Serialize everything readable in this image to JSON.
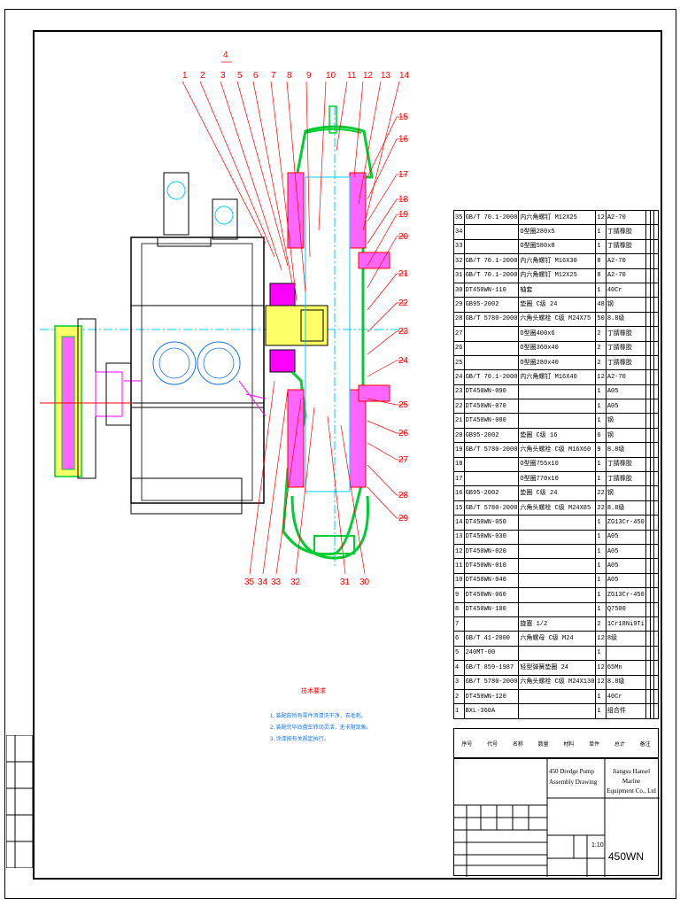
{
  "drawing": {
    "callouts_top": [
      "1",
      "2",
      "3",
      "4",
      "5",
      "6",
      "7",
      "8",
      "9",
      "10",
      "11",
      "12",
      "13",
      "14"
    ],
    "callouts_right": [
      "15",
      "16",
      "17",
      "18",
      "19",
      "20",
      "21",
      "22",
      "23",
      "24",
      "25",
      "26",
      "27",
      "28",
      "29"
    ],
    "callouts_bottom": [
      "35",
      "34",
      "33",
      "32",
      "31",
      "30"
    ],
    "colors": {
      "frame": "#000000",
      "leader": "#ff0000",
      "pump": "#00cc33",
      "center": "#00ccff",
      "flange": "#ff00ff",
      "shaft": "#ffff66"
    }
  },
  "notes": {
    "title": "技术要求",
    "lines": [
      "1. 装配前所有零件须清洗干净，去毛刺。",
      "2. 装配完毕后盘车转动灵活，无卡阻现象。",
      "3. 涂漆按有关规定执行。"
    ]
  },
  "bom": {
    "rows": [
      [
        "35",
        "GB/T 70.1-2000",
        "内六角螺钉 M12X25",
        "12",
        "A2-70"
      ],
      [
        "34",
        "",
        "O型圈280x5",
        "1",
        "丁腈橡胶"
      ],
      [
        "33",
        "",
        "O型圈580x8",
        "1",
        "丁腈橡胶"
      ],
      [
        "32",
        "GB/T 70.1-2000",
        "内六角螺钉 M16X30",
        "8",
        "A2-70"
      ],
      [
        "31",
        "GB/T 70.1-2000",
        "内六角螺钉 M12X25",
        "8",
        "A2-70"
      ],
      [
        "30",
        "DT450WN-110",
        "轴套",
        "1",
        "40Cr"
      ],
      [
        "29",
        "GB95-2002",
        "垫圈 C级 24",
        "48",
        "钢"
      ],
      [
        "28",
        "GB/T 5780-2000",
        "六角头螺栓 C级 M24X75",
        "50",
        "8.8级"
      ],
      [
        "27",
        "",
        "O型圈400x6",
        "2",
        "丁腈橡胶"
      ],
      [
        "26",
        "",
        "O型圈360x40",
        "2",
        "丁腈橡胶"
      ],
      [
        "25",
        "",
        "O型圈280x40",
        "2",
        "丁腈橡胶"
      ],
      [
        "24",
        "GB/T 70.1-2000",
        "内六角螺钉 M16X40",
        "12",
        "A2-70"
      ],
      [
        "23",
        "DT450WN-090",
        "",
        "1",
        "A05"
      ],
      [
        "22",
        "DT450WN-070",
        "",
        "1",
        "A05"
      ],
      [
        "21",
        "DT450WN-080",
        "",
        "1",
        "钢"
      ],
      [
        "20",
        "GB95-2002",
        "垫圈 C级 16",
        "6",
        "钢"
      ],
      [
        "19",
        "GB/T 5780-2000",
        "六角头螺栓 C级 M16X60",
        "9",
        "8.8级"
      ],
      [
        "18",
        "",
        "O型圈755x10",
        "1",
        "丁腈橡胶"
      ],
      [
        "17",
        "",
        "O型圈770x10",
        "1",
        "丁腈橡胶"
      ],
      [
        "16",
        "GB95-2002",
        "垫圈 C级 24",
        "22",
        "钢"
      ],
      [
        "15",
        "GB/T 5780-2000",
        "六角头螺栓 C级 M24X85",
        "22",
        "8.8级"
      ],
      [
        "14",
        "DT450WN-050",
        "",
        "1",
        "ZG13Cr-450"
      ],
      [
        "13",
        "DT450WN-030",
        "",
        "1",
        "A05"
      ],
      [
        "12",
        "DT450WN-020",
        "",
        "1",
        "A05"
      ],
      [
        "11",
        "DT450WN-010",
        "",
        "1",
        "A05"
      ],
      [
        "10",
        "DT450WN-040",
        "",
        "1",
        "A05"
      ],
      [
        "9",
        "DT450WN-060",
        "",
        "1",
        "ZG13Cr-450"
      ],
      [
        "8",
        "DT450WN-100",
        "",
        "1",
        "Q7500"
      ],
      [
        "7",
        "",
        "旋塞 1/2",
        "2",
        "1Cr18Ni9Ti"
      ],
      [
        "6",
        "GB/T 41-2000",
        "六角螺母 C级 M24",
        "12",
        "8级"
      ],
      [
        "5",
        "240MT-00",
        "",
        "1",
        ""
      ],
      [
        "4",
        "GB/T 859-1987",
        "轻型弹簧垫圈 24",
        "12",
        "65Mn"
      ],
      [
        "3",
        "GB/T 5780-2000",
        "六角头螺栓 C级 M24X130",
        "12",
        "8.8级"
      ],
      [
        "2",
        "DT450WN-120",
        "",
        "1",
        "40Cr"
      ],
      [
        "1",
        "BXL-360A",
        "",
        "1",
        "组合件"
      ]
    ],
    "header": [
      "序号",
      "代号",
      "名称",
      "数量",
      "材料",
      "单件",
      "总计",
      "备注"
    ]
  },
  "titleblock": {
    "title_line1": "450 Dredge Pump",
    "title_line2": "Assembly Drawing",
    "company_line1": "Jiangsu Hansel Marine",
    "company_line2": "Equipment Co., Ltd",
    "scale": "1:10",
    "code": "450WN"
  }
}
